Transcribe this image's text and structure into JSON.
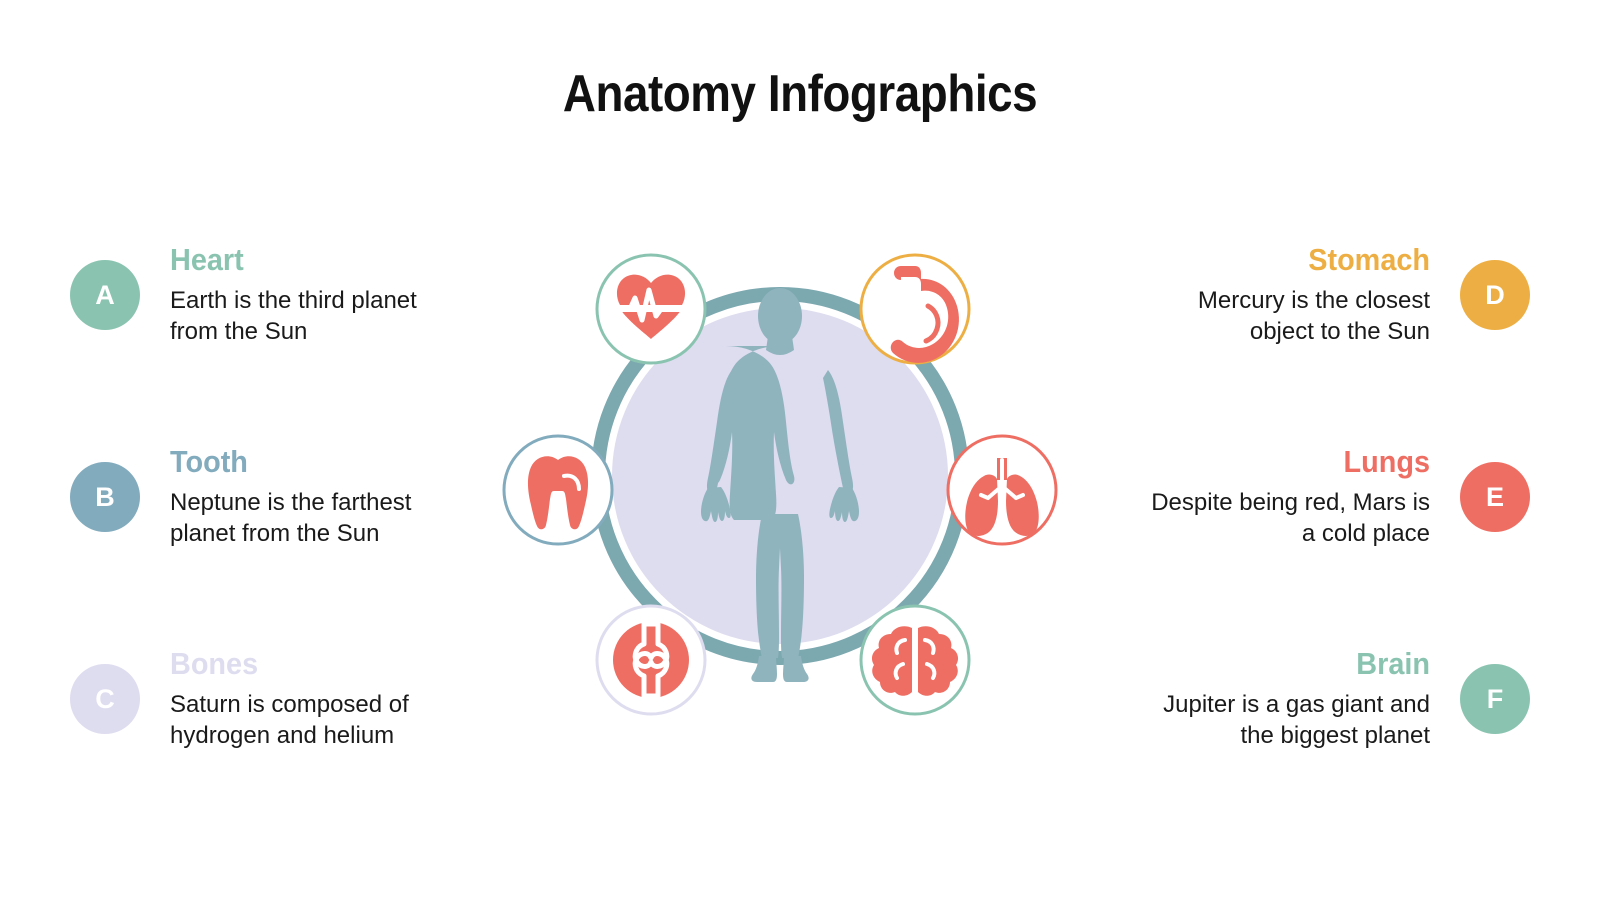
{
  "title": "Anatomy Infographics",
  "palette": {
    "green": "#8AC4B0",
    "blue": "#82ABBD",
    "lavender": "#DEDCEF",
    "amber": "#EDAF44",
    "red": "#EE6E63",
    "teal_ring": "#7CA8B0",
    "body_fill": "#DEDCEF",
    "silhouette": "#8FB4BE",
    "icon_red": "#EE6E63",
    "text_dark": "#1a1a1a",
    "title_dark": "#111111"
  },
  "left_column": [
    {
      "letter": "A",
      "title": "Heart",
      "desc": "Earth is the third planet from the Sun",
      "color": "#8AC4B0",
      "icon": "heart-icon"
    },
    {
      "letter": "B",
      "title": "Tooth",
      "desc": "Neptune is the farthest planet from the Sun",
      "color": "#82ABBD",
      "icon": "tooth-icon"
    },
    {
      "letter": "C",
      "title": "Bones",
      "desc": "Saturn is composed of hydrogen and helium",
      "color": "#DEDCEF",
      "icon": "bones-icon"
    }
  ],
  "right_column": [
    {
      "letter": "D",
      "title": "Stomach",
      "desc": "Mercury is the closest object to the Sun",
      "color": "#EDAF44",
      "icon": "stomach-icon"
    },
    {
      "letter": "E",
      "title": "Lungs",
      "desc": "Despite being red, Mars is a cold place",
      "color": "#EE6E63",
      "icon": "lungs-icon"
    },
    {
      "letter": "F",
      "title": "Brain",
      "desc": "Jupiter is a gas giant and the biggest planet",
      "color": "#8AC4B0",
      "icon": "brain-icon"
    }
  ],
  "center": {
    "ring_label": "anatomy-ring",
    "figure_label": "human-body-silhouette",
    "icons": [
      {
        "name": "heart-icon",
        "position": "top-left",
        "border": "#8AC4B0"
      },
      {
        "name": "stomach-icon",
        "position": "top-right",
        "border": "#EDAF44"
      },
      {
        "name": "tooth-icon",
        "position": "left",
        "border": "#82ABBD"
      },
      {
        "name": "lungs-icon",
        "position": "right",
        "border": "#EE6E63"
      },
      {
        "name": "bones-icon",
        "position": "bottom-left",
        "border": "#DEDCEF"
      },
      {
        "name": "brain-icon",
        "position": "bottom-right",
        "border": "#8AC4B0"
      }
    ]
  }
}
